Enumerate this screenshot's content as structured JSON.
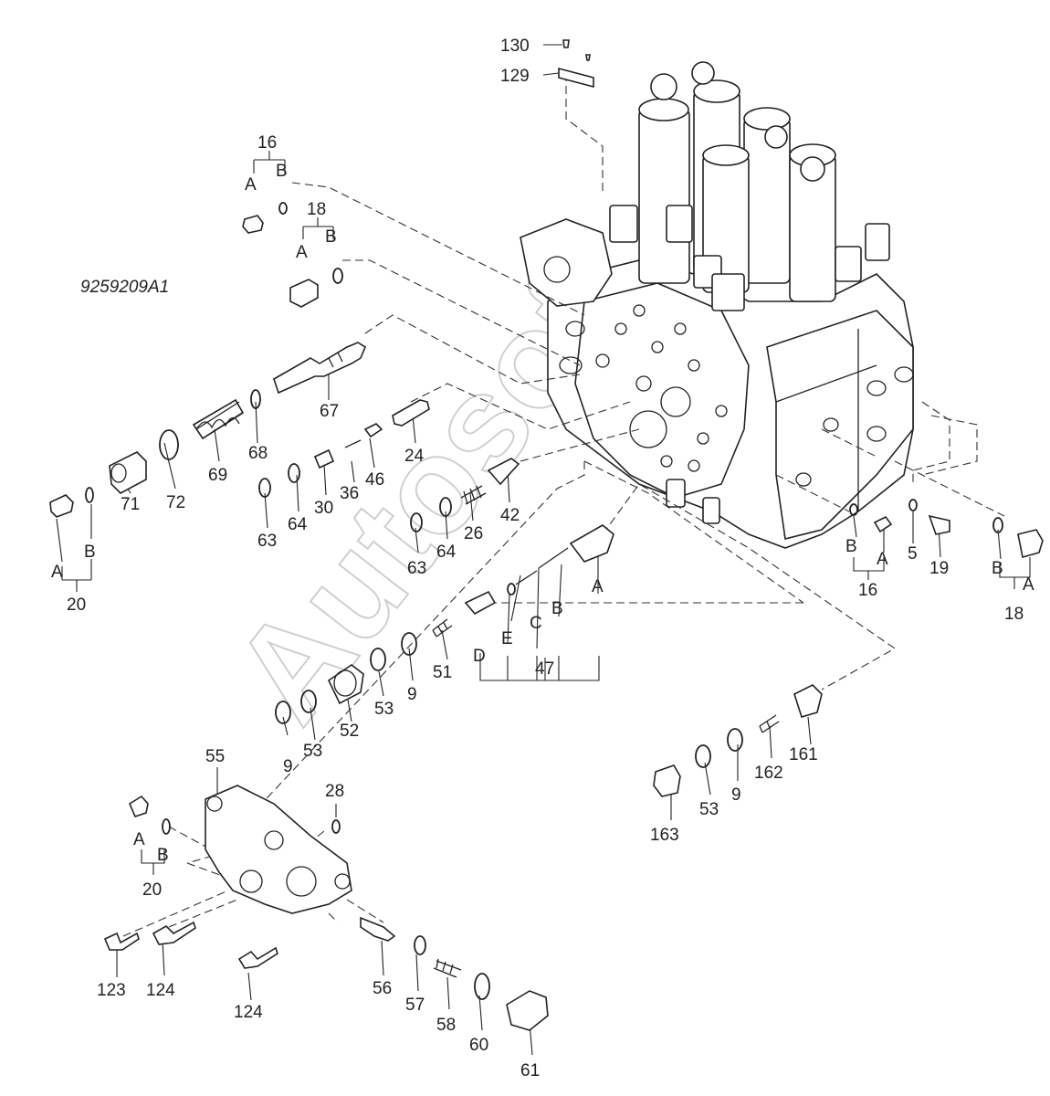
{
  "drawing_number": "9259209A1",
  "watermark": "Autosoft",
  "labels": [
    {
      "id": "l130",
      "text": "130"
    },
    {
      "id": "l129",
      "text": "129"
    },
    {
      "id": "l16a",
      "text": "16"
    },
    {
      "id": "l16a_A",
      "text": "A"
    },
    {
      "id": "l16a_B",
      "text": "B"
    },
    {
      "id": "l18a",
      "text": "18"
    },
    {
      "id": "l18a_A",
      "text": "A"
    },
    {
      "id": "l18a_B",
      "text": "B"
    },
    {
      "id": "l67",
      "text": "67"
    },
    {
      "id": "l68",
      "text": "68"
    },
    {
      "id": "l69",
      "text": "69"
    },
    {
      "id": "l72",
      "text": "72"
    },
    {
      "id": "l71",
      "text": "71"
    },
    {
      "id": "l20a_A",
      "text": "A"
    },
    {
      "id": "l20a_B",
      "text": "B"
    },
    {
      "id": "l20a",
      "text": "20"
    },
    {
      "id": "l24",
      "text": "24"
    },
    {
      "id": "l46",
      "text": "46"
    },
    {
      "id": "l36",
      "text": "36"
    },
    {
      "id": "l30",
      "text": "30"
    },
    {
      "id": "l64a",
      "text": "64"
    },
    {
      "id": "l63a",
      "text": "63"
    },
    {
      "id": "l42",
      "text": "42"
    },
    {
      "id": "l26",
      "text": "26"
    },
    {
      "id": "l64b",
      "text": "64"
    },
    {
      "id": "l63b",
      "text": "63"
    },
    {
      "id": "l47_A",
      "text": "A"
    },
    {
      "id": "l47_B",
      "text": "B"
    },
    {
      "id": "l47_C",
      "text": "C"
    },
    {
      "id": "l47_D",
      "text": "D"
    },
    {
      "id": "l47_E",
      "text": "E"
    },
    {
      "id": "l47",
      "text": "47"
    },
    {
      "id": "l51",
      "text": "51"
    },
    {
      "id": "l9a",
      "text": "9"
    },
    {
      "id": "l53a",
      "text": "53"
    },
    {
      "id": "l52",
      "text": "52"
    },
    {
      "id": "l53b",
      "text": "53"
    },
    {
      "id": "l9b",
      "text": "9"
    },
    {
      "id": "l16b_B",
      "text": "B"
    },
    {
      "id": "l16b_A",
      "text": "A"
    },
    {
      "id": "l16b",
      "text": "16"
    },
    {
      "id": "l5",
      "text": "5"
    },
    {
      "id": "l19",
      "text": "19"
    },
    {
      "id": "l18b_B",
      "text": "B"
    },
    {
      "id": "l18b_A",
      "text": "A"
    },
    {
      "id": "l18b",
      "text": "18"
    },
    {
      "id": "l161",
      "text": "161"
    },
    {
      "id": "l162",
      "text": "162"
    },
    {
      "id": "l9c",
      "text": "9"
    },
    {
      "id": "l53c",
      "text": "53"
    },
    {
      "id": "l163",
      "text": "163"
    },
    {
      "id": "l55",
      "text": "55"
    },
    {
      "id": "l28",
      "text": "28"
    },
    {
      "id": "l20b_A",
      "text": "A"
    },
    {
      "id": "l20b_B",
      "text": "B"
    },
    {
      "id": "l20b",
      "text": "20"
    },
    {
      "id": "l123",
      "text": "123"
    },
    {
      "id": "l124a",
      "text": "124"
    },
    {
      "id": "l124b",
      "text": "124"
    },
    {
      "id": "l56",
      "text": "56"
    },
    {
      "id": "l57",
      "text": "57"
    },
    {
      "id": "l58",
      "text": "58"
    },
    {
      "id": "l60",
      "text": "60"
    },
    {
      "id": "l61",
      "text": "61"
    }
  ]
}
